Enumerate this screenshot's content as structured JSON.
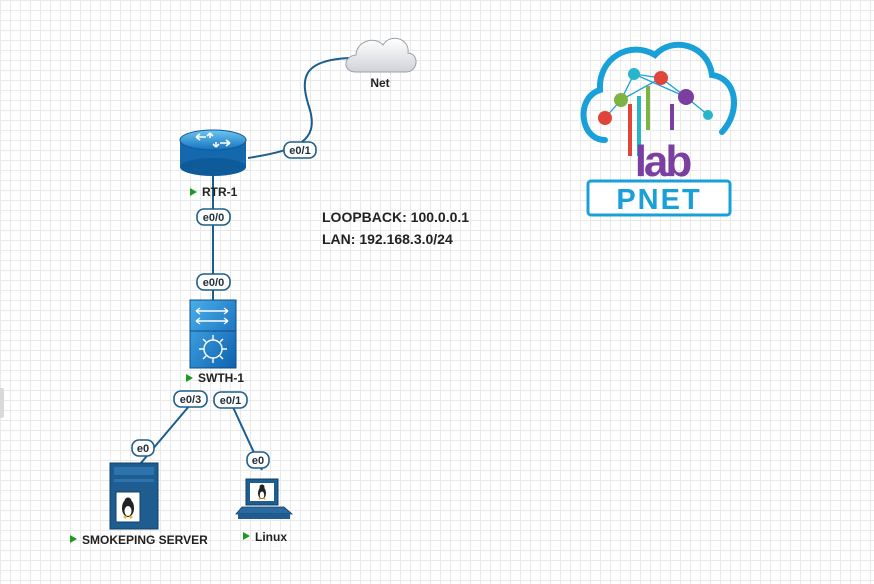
{
  "nodes": {
    "net": "Net",
    "router": "RTR-1",
    "switch": "SWTH-1",
    "server": "SMOKEPING SERVER",
    "linux": "Linux"
  },
  "ports": {
    "rtr_e0_1": "e0/1",
    "rtr_e0_0": "e0/0",
    "sw_e0_0": "e0/0",
    "sw_e0_3": "e0/3",
    "sw_e0_1": "e0/1",
    "server_e0": "e0",
    "linux_e0": "e0"
  },
  "notes": {
    "loopback": "LOOPBACK: 100.0.0.1",
    "lan": "LAN: 192.168.3.0/24"
  },
  "logo": {
    "lab": "lab",
    "pnet": "PNET"
  },
  "colors": {
    "link": "#1a5d8f",
    "port_border": "#1f5e8a",
    "status": "#1e9a1e",
    "logo_blue": "#1aa0d8"
  }
}
